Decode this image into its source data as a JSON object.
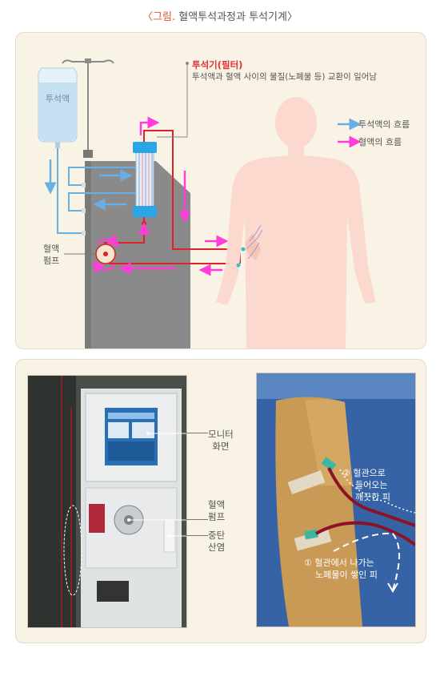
{
  "title": {
    "prefix": "〈그림.",
    "text": "혈액투석과정과 투석기계〉"
  },
  "diagram": {
    "dialysate_bag_label": "투석액",
    "filter_title": "투석기(필터)",
    "filter_desc": "투석액과 혈액 사이의 물질(노폐물 등) 교환이 일어남",
    "pump_label_line1": "혈액",
    "pump_label_line2": "펌프",
    "legend": {
      "dialysate_flow": "투석액의 흐름",
      "blood_flow": "혈액의 흐름"
    },
    "colors": {
      "dialysate": "#6aaee6",
      "blood": "#ff3dd9",
      "tube": "#e0202a",
      "machine": "#8a8a8a",
      "body": "#fcd9cf",
      "filter": "#2aa6e6"
    }
  },
  "photos": {
    "machine_labels": {
      "monitor_line1": "모니터",
      "monitor_line2": "화면",
      "pump_line1": "혈액",
      "pump_line2": "펌프",
      "bicarbonate_line1": "중탄",
      "bicarbonate_line2": "산염"
    },
    "arm_labels": {
      "incoming_line1": "② 혈관으로",
      "incoming_line2": "들어오는",
      "incoming_line3": "깨끗한 피",
      "outgoing_line1": "① 혈관에서 나가는",
      "outgoing_line2": "노폐물이 쌓인 피"
    }
  }
}
